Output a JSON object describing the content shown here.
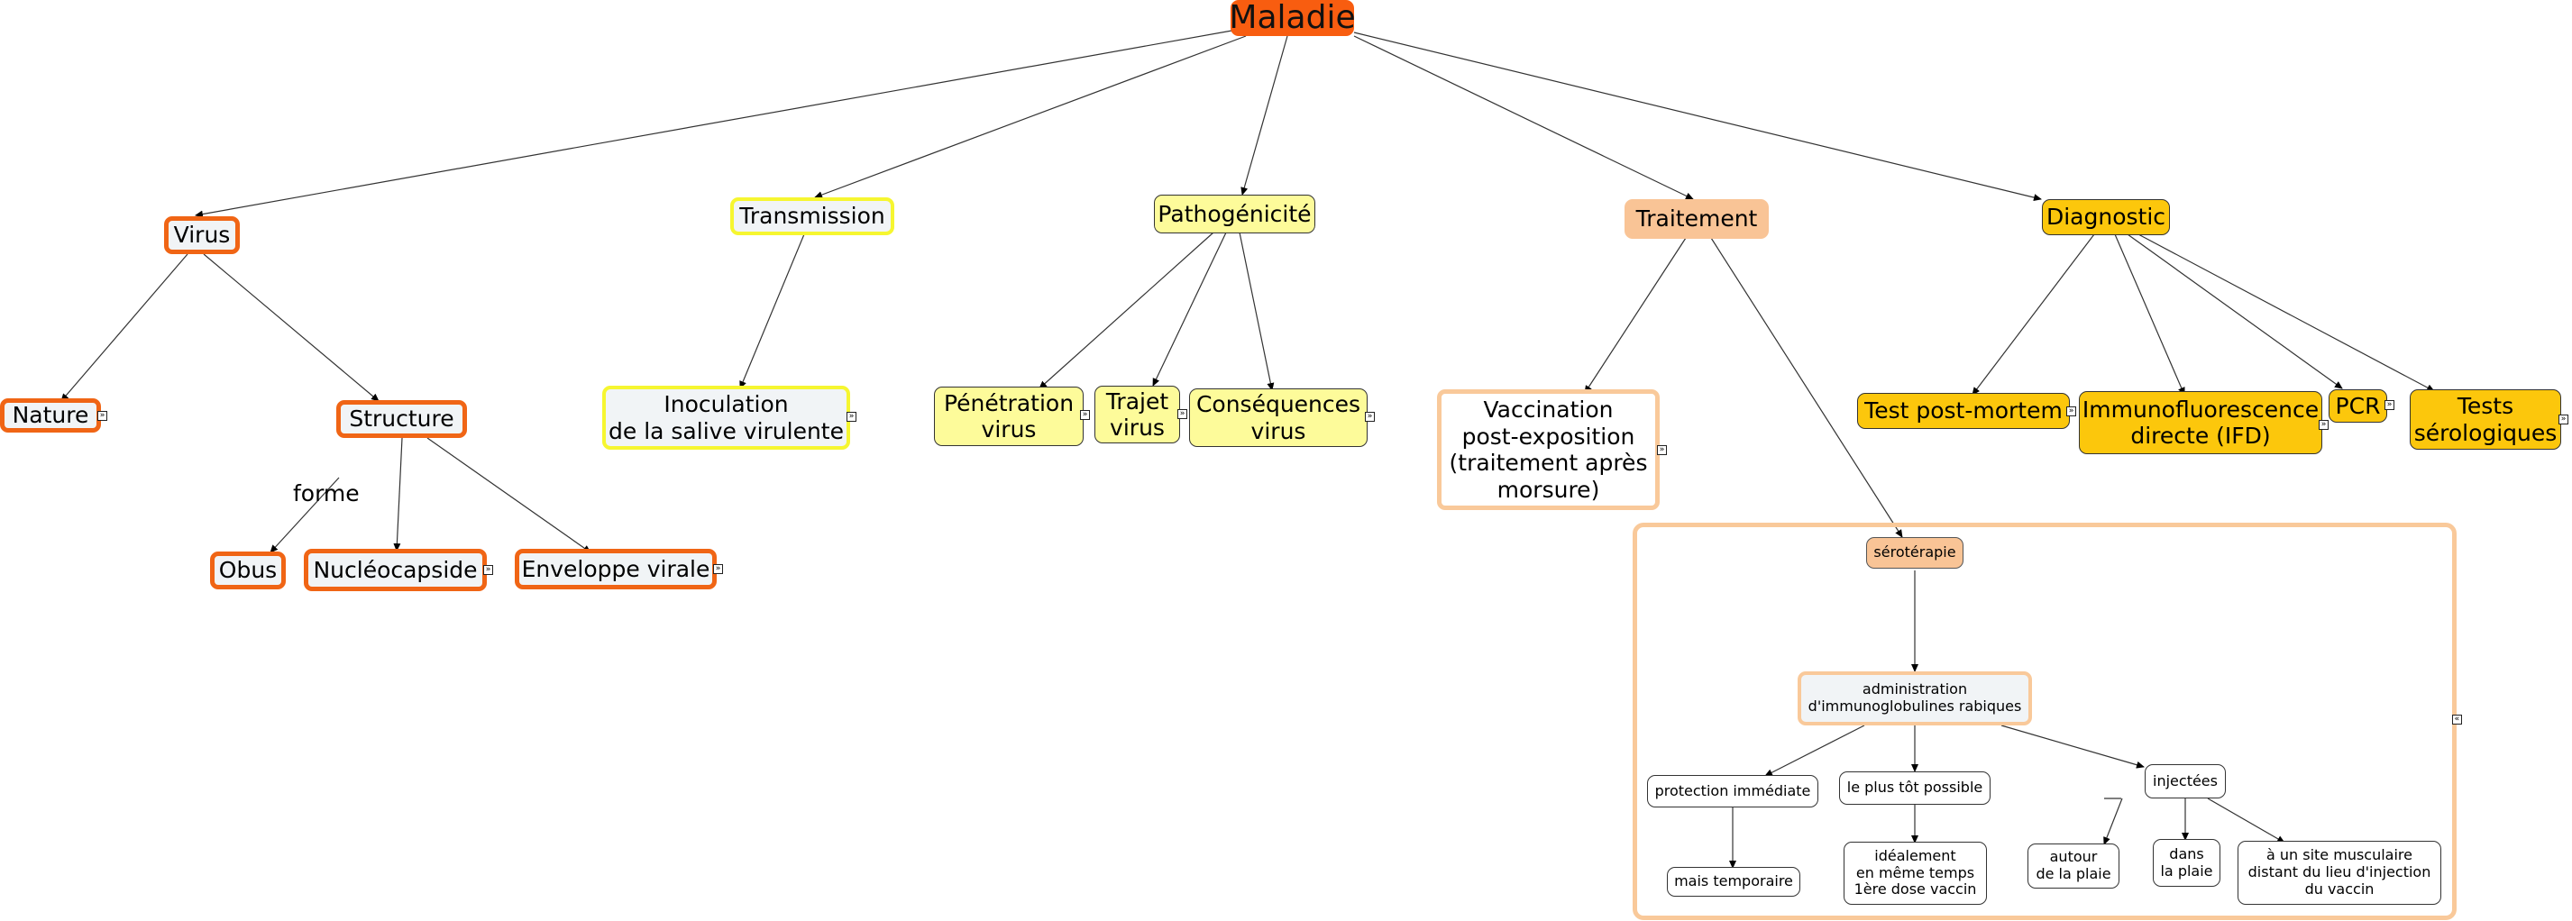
{
  "nodes": {
    "maladie": "Maladie",
    "virus": "Virus",
    "transmission": "Transmission",
    "pathogenicite": "Pathogénicité",
    "traitement": "Traitement",
    "diagnostic": "Diagnostic",
    "nature": "Nature",
    "structure": "Structure",
    "forme": "forme",
    "obus": "Obus",
    "nucleocapside": "Nucléocapside",
    "enveloppe": "Enveloppe virale",
    "inoculation": "Inoculation\nde la salive virulente",
    "penetration": "Pénétration\nvirus",
    "trajet": "Trajet\nvirus",
    "consequences": "Conséquences\nvirus",
    "vaccination": "Vaccination\npost-exposition\n(traitement après\nmorsure)",
    "test_pm": "Test post-mortem",
    "ifd": "Immunofluorescence\ndirecte (IFD)",
    "pcr": "PCR",
    "tests_sero": "Tests\nsérologiques",
    "serotherapie": "sérotérapie",
    "administration": "administration\nd'immunoglobulines rabiques",
    "protection": "protection immédiate",
    "temporaire": "mais temporaire",
    "plus_tot": "le plus tôt possible",
    "ideal": "idéalement\nen même temps\n1ère dose vaccin",
    "injectees": "injectées",
    "autour": "autour\nde la plaie",
    "dans": "dans\nla plaie",
    "site": "à un site musculaire\ndistant du lieu d'injection\ndu vaccin"
  },
  "expand_marker": "»",
  "collapse_marker": "«",
  "colors": {
    "root": "#f85d10",
    "orange_border": "#f06515",
    "yellow_border": "#f6f630",
    "yellow_fill": "#fdfb9a",
    "peach": "#f9c496",
    "gold": "#fcc70c",
    "light_fill": "#f1f4f6"
  }
}
